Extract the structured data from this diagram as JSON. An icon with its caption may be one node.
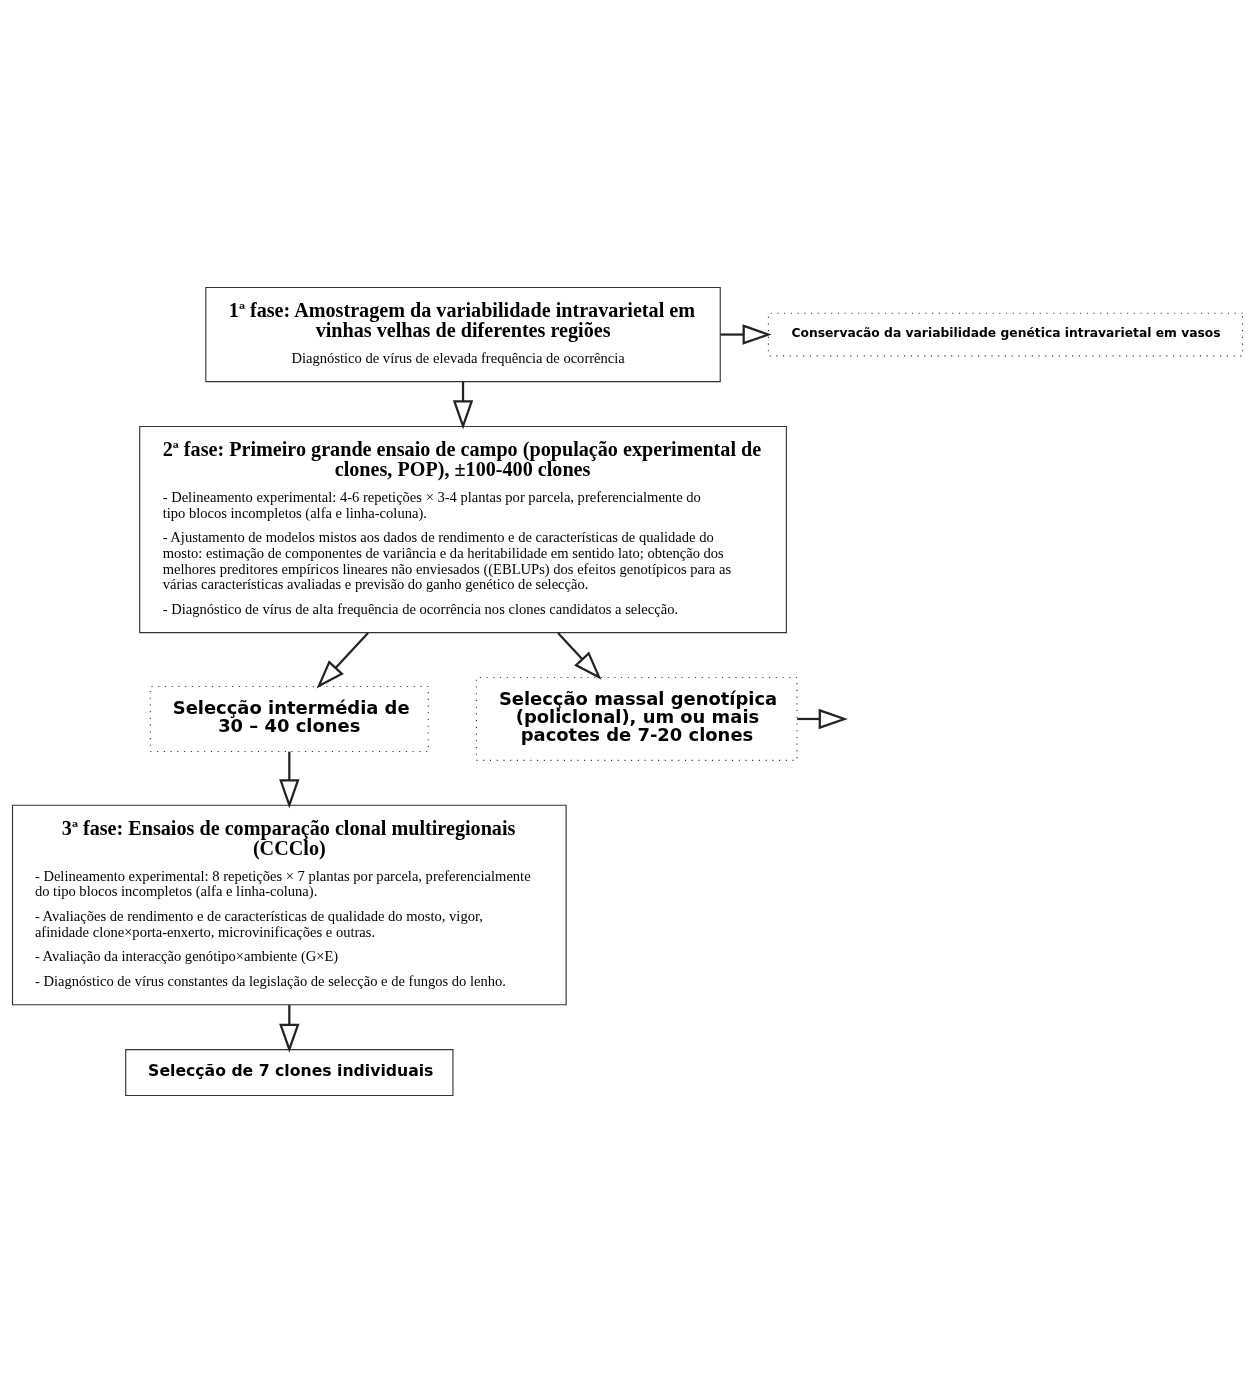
{
  "diagram": {
    "nodes": [
      {
        "text": [
          "1ª fase: Amostragem da variabilidade intravarietal em vinhas velhas de diferentes regiões",
          "Diagnóstico de vírus de elevada frequência de ocorrência"
        ]
      },
      {
        "text": [
          "Conservacão da variabilidade genética intravarietal em vasos"
        ]
      },
      {
        "text": [
          "2ª fase: Primeiro grande ensaio de campo (população experimental de clones, POP), ±100-400 clones",
          "- Delineamento experimental: 4-6 repetições × 3-4 plantas por parcela, preferencialmente do tipo blocos incompletos (alfa e linha-coluna).",
          "- Ajustamento de modelos mistos aos dados de rendimento e de características de qualidade do mosto: estimação de componentes de variância e da heritabilidade em sentido lato; obtenção dos melhores preditores empíricos lineares não enviesados ((EBLUPs) dos efeitos genotípicos para as várias características avaliadas e previsão do ganho genético de selecção.",
          "- Diagnóstico de vírus de alta frequência de ocorrência nos clones candidatos a selecção."
        ]
      },
      {
        "text": [
          "Selecção intermédia de 30 – 40 clones"
        ]
      },
      {
        "text": [
          "Selecção massal genotípica (policlonal), um ou mais pacotes de 7-20 clones"
        ]
      },
      {
        "text": [
          "3ª fase: Ensaios de comparação clonal multiregionais (CCClo)",
          "- Delineamento experimental: 8 repetições × 7 plantas por parcela, preferencialmente do tipo blocos incompletos (alfa e linha-coluna).",
          "- Avaliações de rendimento e de características de qualidade do mosto, vigor, afinidade clone×porta-enxerto, microvinificações e outras.",
          "- Avaliação da interacção genótipo×ambiente (G×E)",
          "- Diagnóstico de vírus constantes da legislação de selecção e de fungos do lenho."
        ]
      },
      {
        "text": [
          "Selecção de 7 clones individuais"
        ]
      }
    ],
    "edges": [
      {
        "from": 0,
        "to": 2,
        "arrow": "to"
      },
      {
        "from": 0,
        "to": 1,
        "arrow": "to"
      },
      {
        "from": 2,
        "to": 3,
        "arrow": "to"
      },
      {
        "from": 2,
        "to": 4,
        "arrow": "to"
      },
      {
        "from": 4,
        "to": null,
        "arrow": "to"
      },
      {
        "from": 3,
        "to": 5,
        "arrow": "to"
      },
      {
        "from": 5,
        "to": 6,
        "arrow": "to"
      }
    ]
  }
}
